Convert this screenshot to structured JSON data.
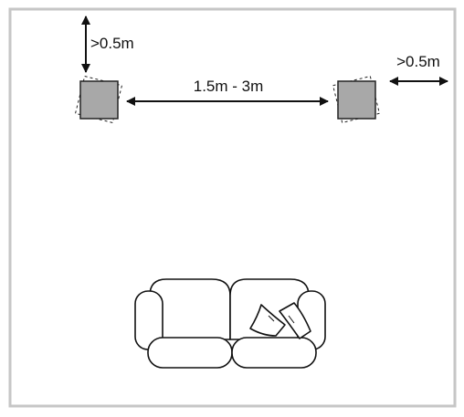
{
  "labels": {
    "top_clearance": ">0.5m",
    "speaker_spacing": "1.5m - 3m",
    "side_clearance": ">0.5m"
  },
  "colors": {
    "room_border": "#c6c6c6",
    "speaker_fill": "#a8a8a8",
    "line": "#111111"
  },
  "icons": {
    "left_speaker": "speaker-icon",
    "right_speaker": "speaker-icon",
    "listener": "sofa-icon"
  }
}
